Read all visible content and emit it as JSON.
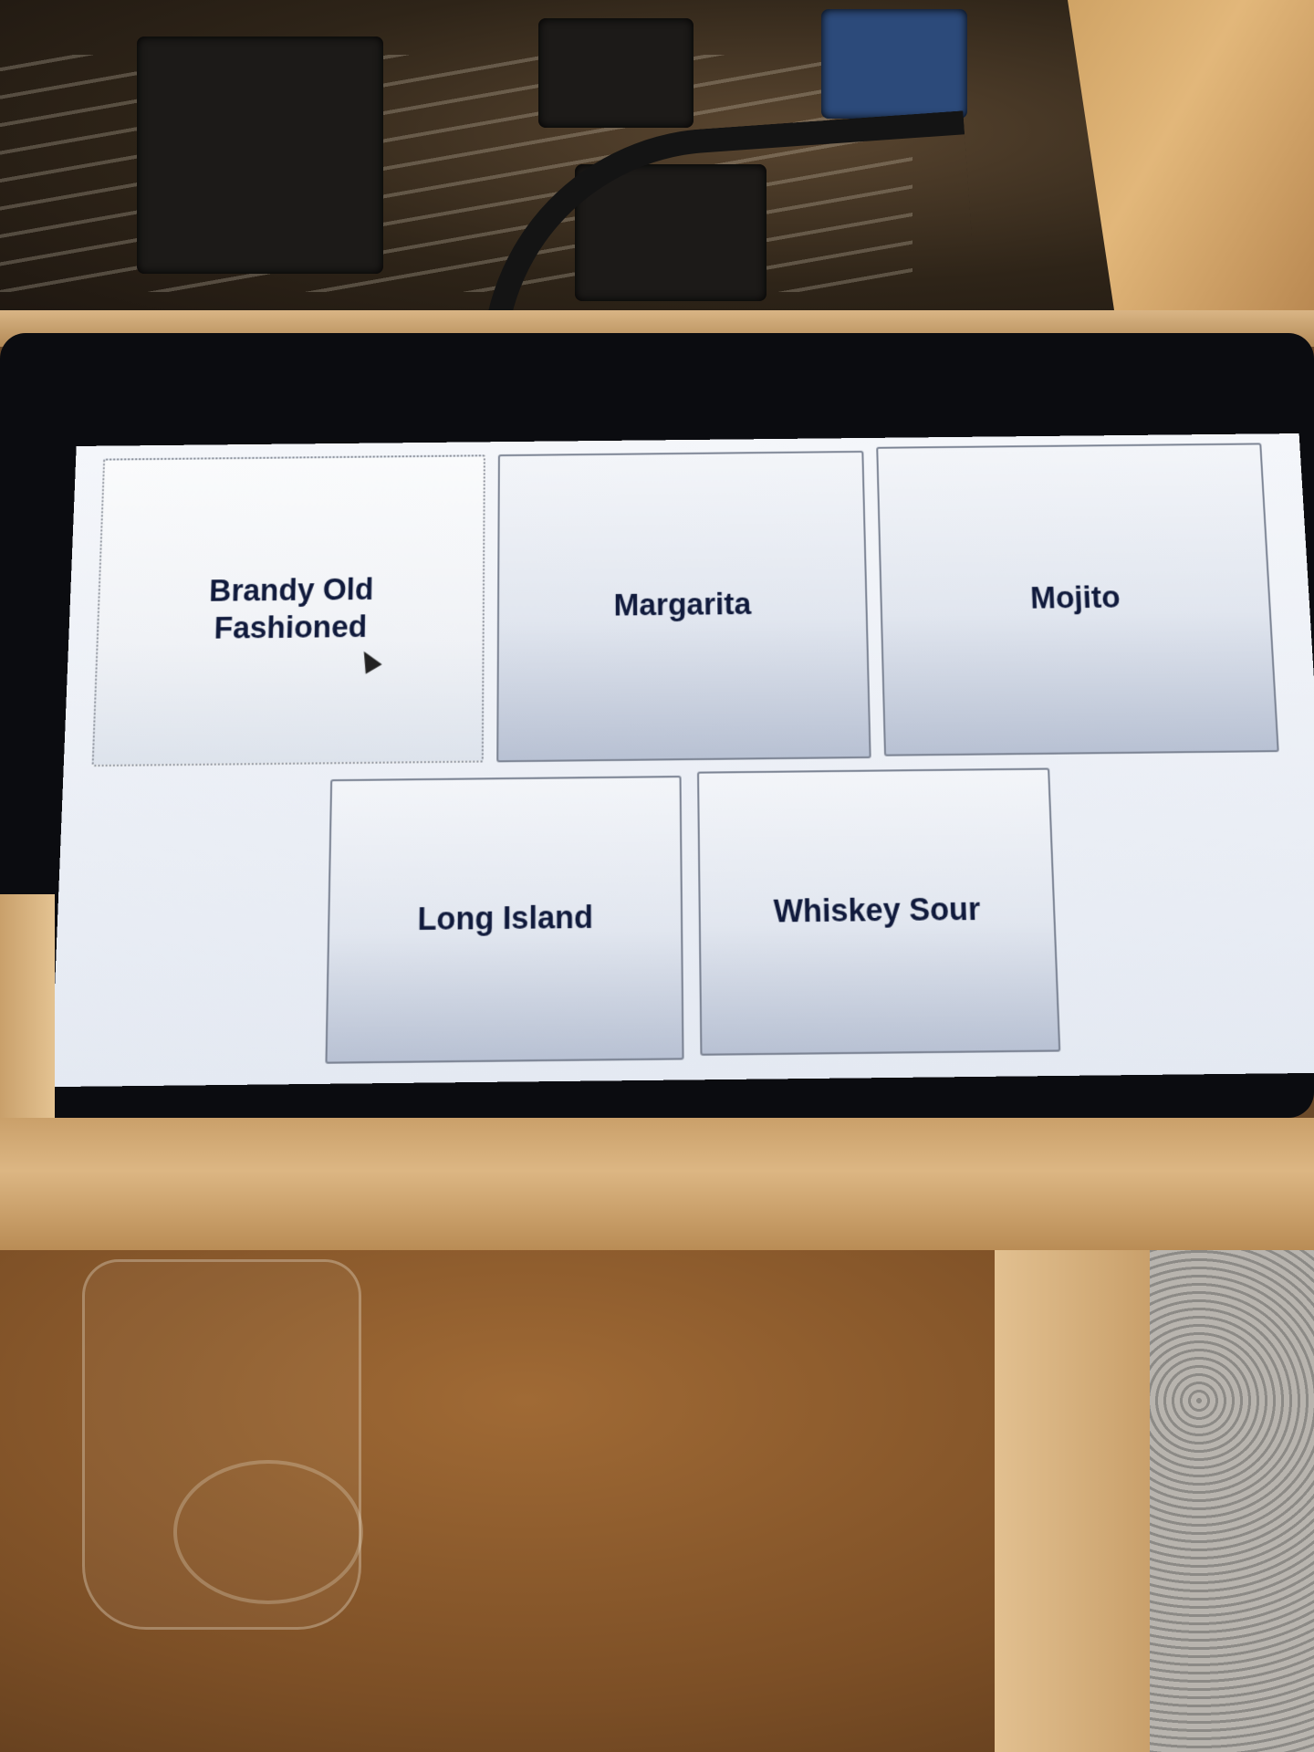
{
  "screen": {
    "buttons": [
      {
        "id": "brandy-old-fashioned",
        "label": "Brandy Old\nFashioned",
        "focused": true
      },
      {
        "id": "margarita",
        "label": "Margarita",
        "focused": false
      },
      {
        "id": "mojito",
        "label": "Mojito",
        "focused": false
      },
      {
        "id": "long-island",
        "label": "Long Island",
        "focused": false
      },
      {
        "id": "whiskey-sour",
        "label": "Whiskey Sour",
        "focused": false
      }
    ],
    "colors": {
      "label_text": "#101a3c",
      "button_border": "#7c8494",
      "screen_background": "#eef1f6"
    }
  }
}
